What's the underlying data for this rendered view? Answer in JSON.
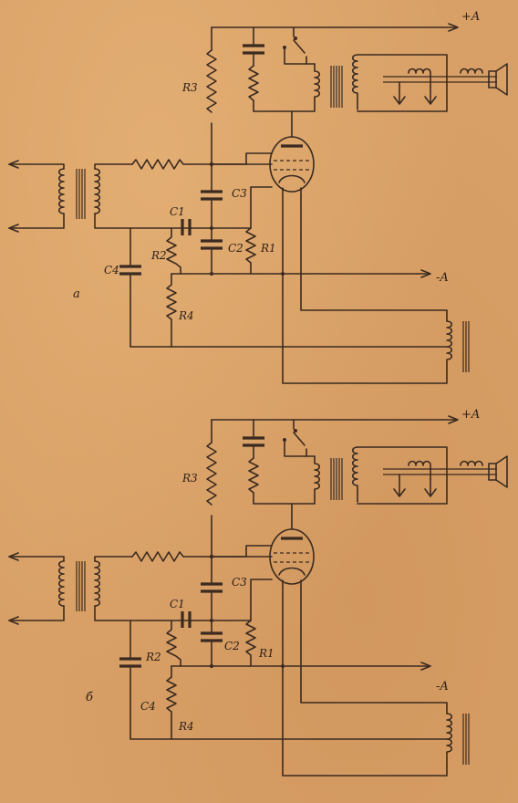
{
  "labels": {
    "plus_a": "+A",
    "minus_a": "-A",
    "variant_a": "a",
    "variant_b": "б",
    "r1": "R1",
    "r2": "R2",
    "r3": "R3",
    "r4": "R4",
    "c1": "C1",
    "c2": "C2",
    "c3": "C3",
    "c4": "C4"
  },
  "colors": {
    "paper": "#d8a066",
    "ink": "#3a2a20"
  }
}
